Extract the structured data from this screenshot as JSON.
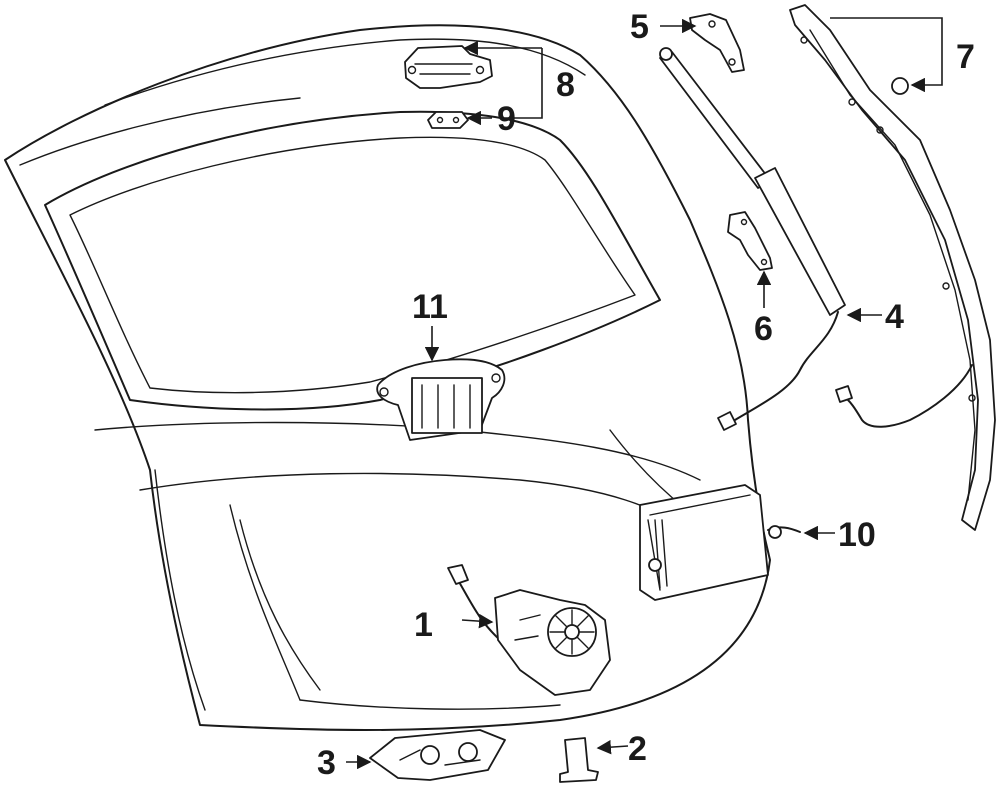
{
  "callouts": {
    "c1": "1",
    "c2": "2",
    "c3": "3",
    "c4": "4",
    "c5": "5",
    "c6": "6",
    "c7": "7",
    "c8": "8",
    "c9": "9",
    "c10": "10",
    "c11": "11"
  },
  "colors": {
    "line": "#1a1a1a",
    "background": "#ffffff"
  }
}
